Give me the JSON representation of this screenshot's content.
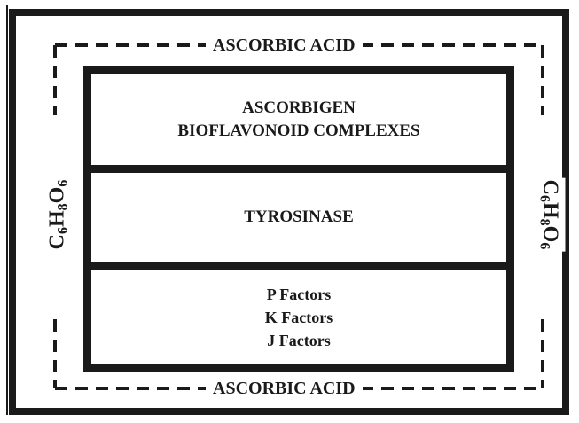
{
  "diagram": {
    "outer_top_label": "ASCORBIC ACID",
    "outer_bottom_label": "ASCORBIC ACID",
    "side_formula": {
      "c": "C",
      "c_sub": "6",
      "h": "H",
      "h_sub": "8",
      "o": "O",
      "o_sub": "6"
    },
    "sections": [
      {
        "lines": [
          "ASCORBIGEN",
          "BIOFLAVONOID COMPLEXES"
        ]
      },
      {
        "lines": [
          "TYROSINASE"
        ]
      },
      {
        "lines": [
          "P Factors",
          "K Factors",
          "J Factors"
        ]
      }
    ]
  }
}
